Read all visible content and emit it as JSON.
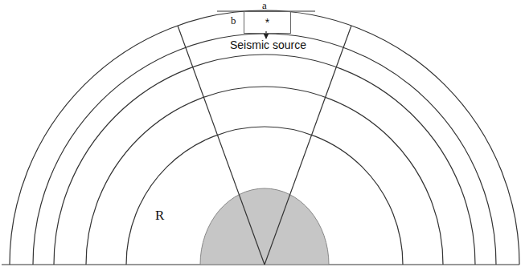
{
  "diagram": {
    "nodes": [
      {
        "text": [
          "*"
        ]
      }
    ],
    "labels": [
      "a",
      "b",
      "Seismic source",
      "R"
    ]
  }
}
